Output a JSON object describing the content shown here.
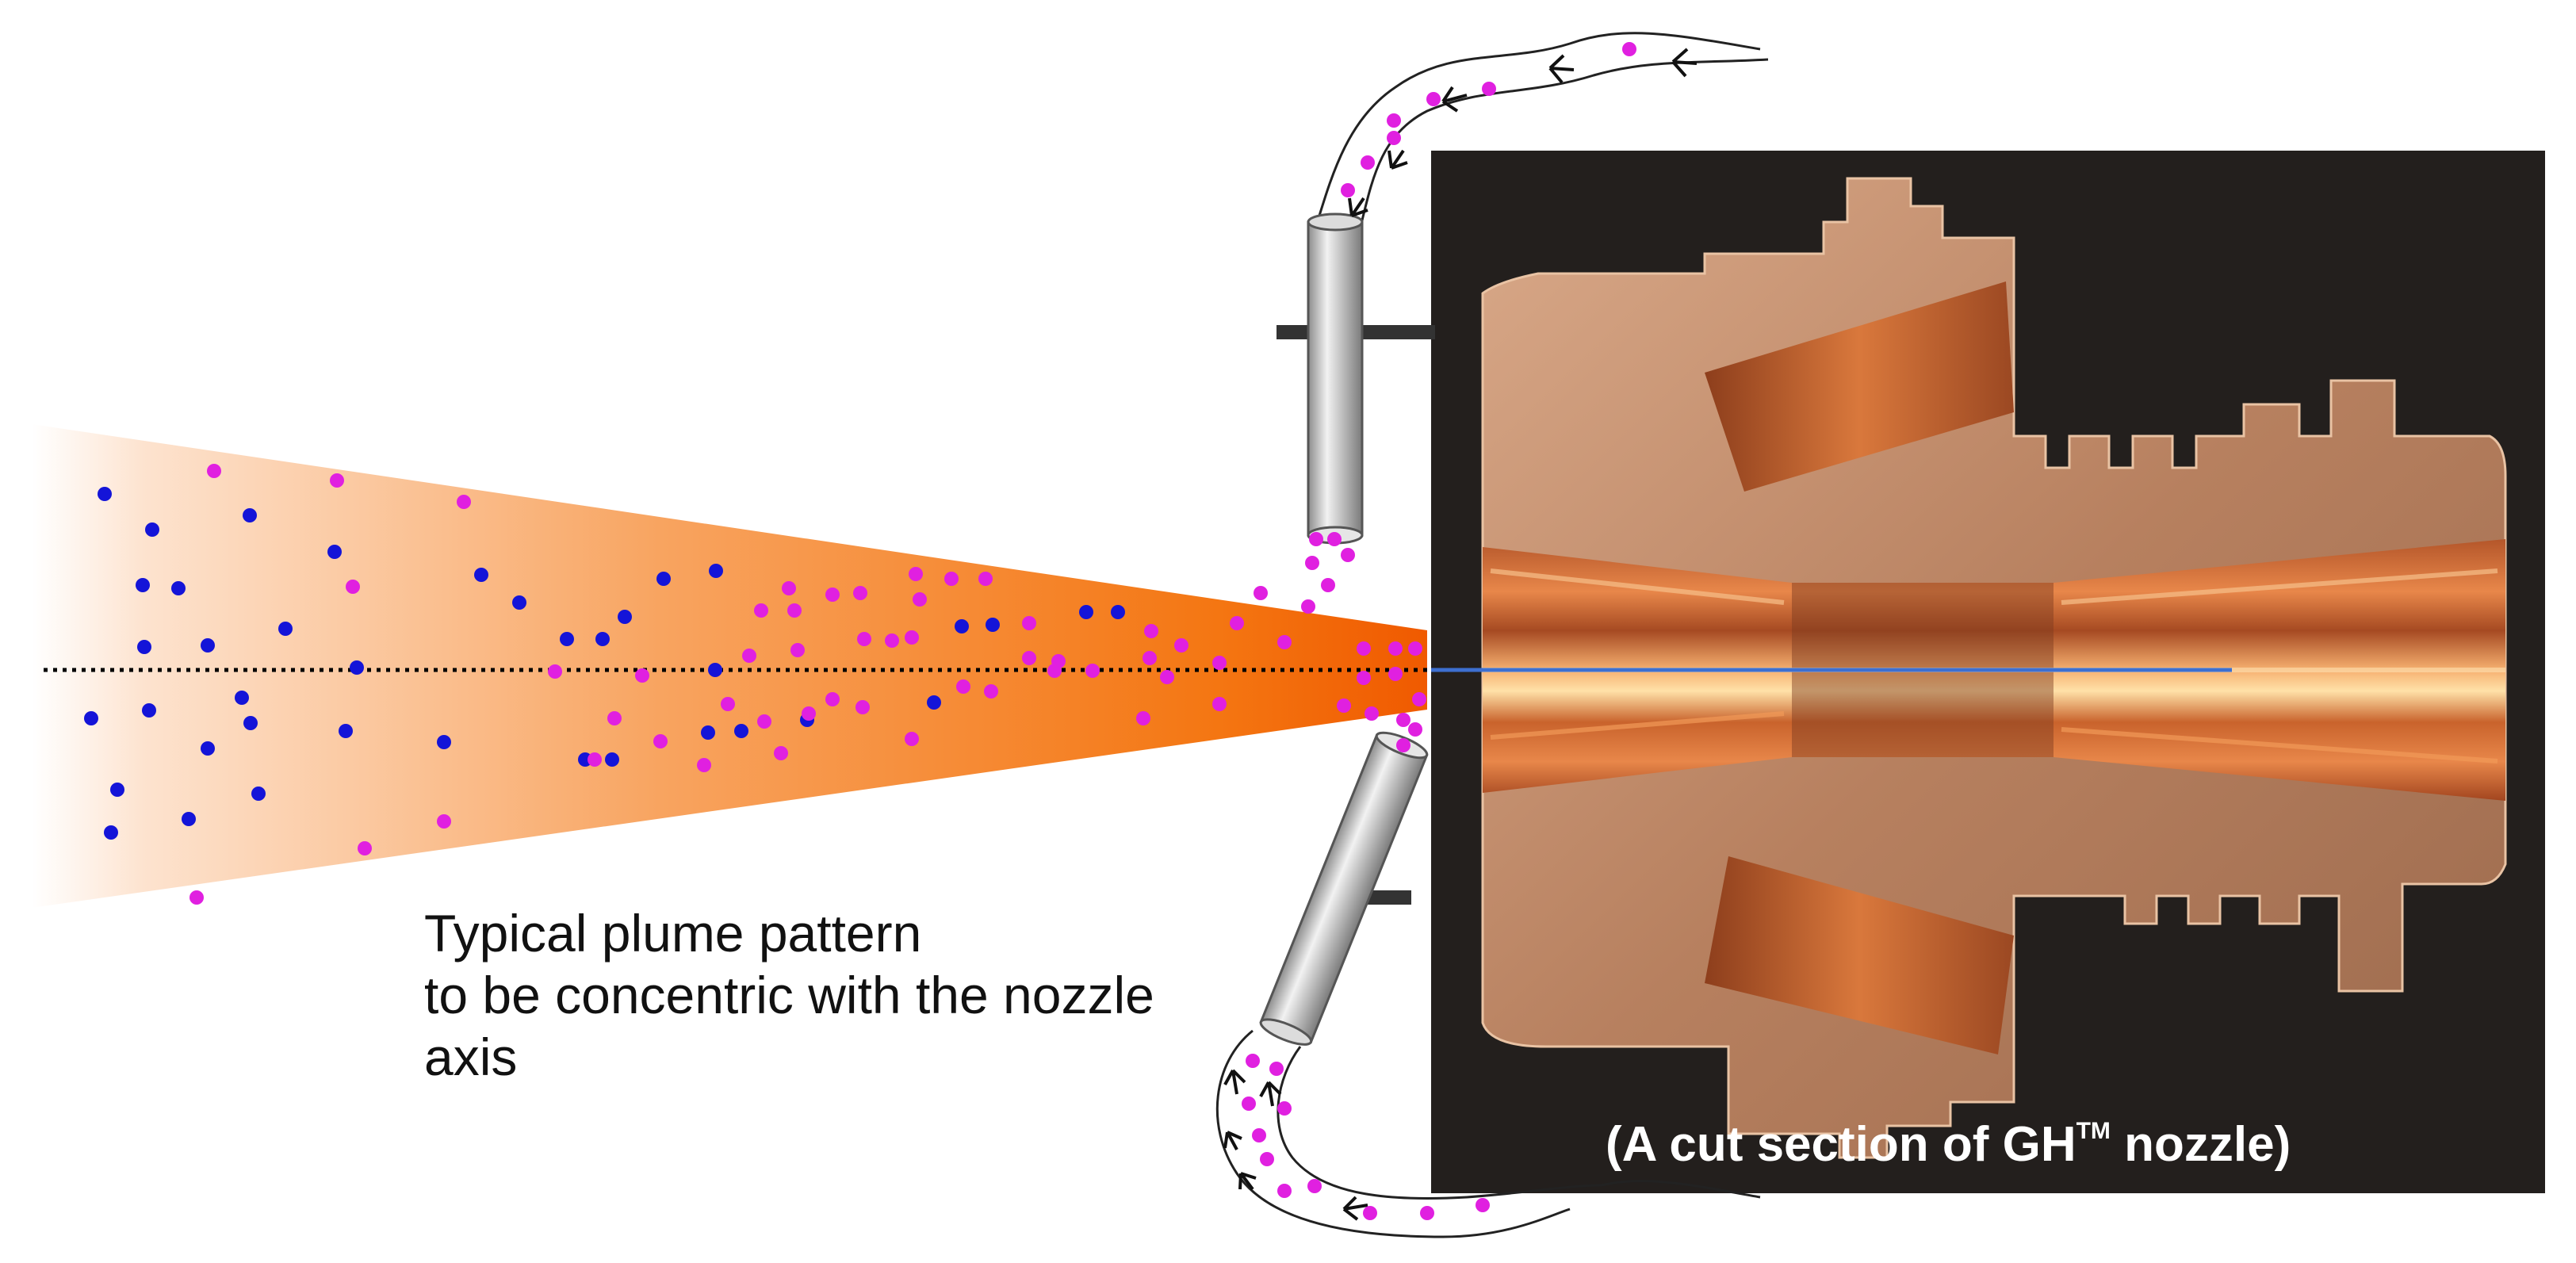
{
  "caption_plume": {
    "line1": "Typical plume pattern",
    "line2": "to be concentric with the nozzle",
    "line3": "axis"
  },
  "caption_photo": {
    "prefix": "(A cut section of GH",
    "superscript": "TM",
    "suffix": " nozzle)"
  },
  "colors": {
    "plume_orange": "#f26b0a",
    "particle_blue": "#1414d8",
    "particle_magenta": "#e020e0",
    "photo_background": "#221e1c",
    "copper": "#c98a62",
    "pipe_gray": "#b0b0b0"
  }
}
